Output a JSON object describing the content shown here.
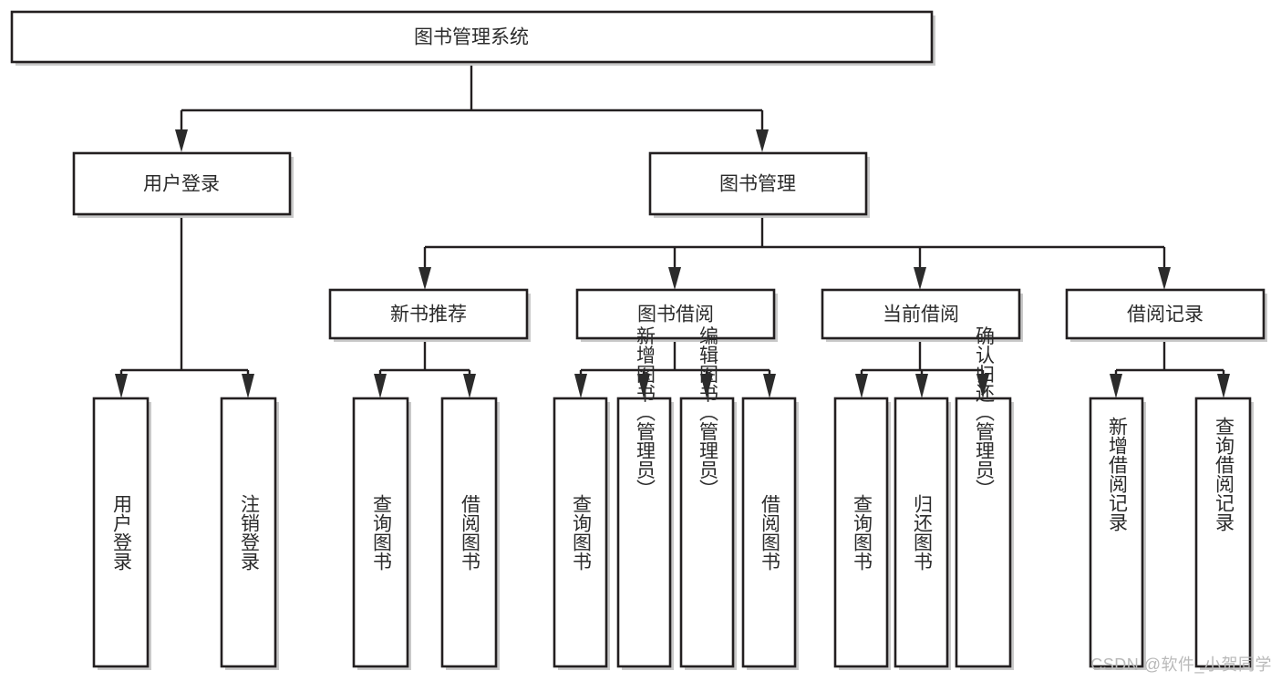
{
  "diagram": {
    "type": "tree-hierarchy",
    "title": "图书管理系统",
    "watermark": "CSDN @软件_小贺同学",
    "colors": {
      "box_stroke": "#231f20",
      "box_fill": "#ffffff",
      "connector": "#231f20",
      "text": "#2b2b2b",
      "watermark": "#b9b9b9",
      "background": "#ffffff"
    },
    "levels": [
      {
        "level": 0,
        "nodes": [
          {
            "id": "root",
            "label": "图书管理系统",
            "orientation": "horizontal"
          }
        ]
      },
      {
        "level": 1,
        "nodes": [
          {
            "id": "login",
            "label": "用户登录",
            "orientation": "horizontal",
            "parent": "root"
          },
          {
            "id": "bookmgmt",
            "label": "图书管理",
            "orientation": "horizontal",
            "parent": "root"
          }
        ]
      },
      {
        "level": 2,
        "nodes": [
          {
            "id": "newbook",
            "label": "新书推荐",
            "orientation": "horizontal",
            "parent": "bookmgmt"
          },
          {
            "id": "borrow",
            "label": "图书借阅",
            "orientation": "horizontal",
            "parent": "bookmgmt"
          },
          {
            "id": "current",
            "label": "当前借阅",
            "orientation": "horizontal",
            "parent": "bookmgmt"
          },
          {
            "id": "record",
            "label": "借阅记录",
            "orientation": "horizontal",
            "parent": "bookmgmt"
          }
        ]
      },
      {
        "level": 3,
        "nodes": [
          {
            "id": "leaf1",
            "label": "用户登录",
            "orientation": "vertical",
            "parent": "login"
          },
          {
            "id": "leaf2",
            "label": "注销登录",
            "orientation": "vertical",
            "parent": "login"
          },
          {
            "id": "leaf3",
            "label": "查询图书",
            "orientation": "vertical",
            "parent": "newbook"
          },
          {
            "id": "leaf4",
            "label": "借阅图书",
            "orientation": "vertical",
            "parent": "newbook"
          },
          {
            "id": "leaf5",
            "label": "查询图书",
            "orientation": "vertical",
            "parent": "borrow"
          },
          {
            "id": "leaf6",
            "label": "新增图书（管理员）",
            "orientation": "vertical",
            "parent": "borrow"
          },
          {
            "id": "leaf7",
            "label": "编辑图书（管理员）",
            "orientation": "vertical",
            "parent": "borrow"
          },
          {
            "id": "leaf8",
            "label": "借阅图书",
            "orientation": "vertical",
            "parent": "borrow"
          },
          {
            "id": "leaf9",
            "label": "查询图书",
            "orientation": "vertical",
            "parent": "current"
          },
          {
            "id": "leaf10",
            "label": "归还图书",
            "orientation": "vertical",
            "parent": "current"
          },
          {
            "id": "leaf11",
            "label": "确认归还（管理员）",
            "orientation": "vertical",
            "parent": "current"
          },
          {
            "id": "leaf12",
            "label": "新增借阅记录",
            "orientation": "vertical",
            "parent": "record"
          },
          {
            "id": "leaf13",
            "label": "查询借阅记录",
            "orientation": "vertical",
            "parent": "record"
          }
        ]
      }
    ]
  }
}
